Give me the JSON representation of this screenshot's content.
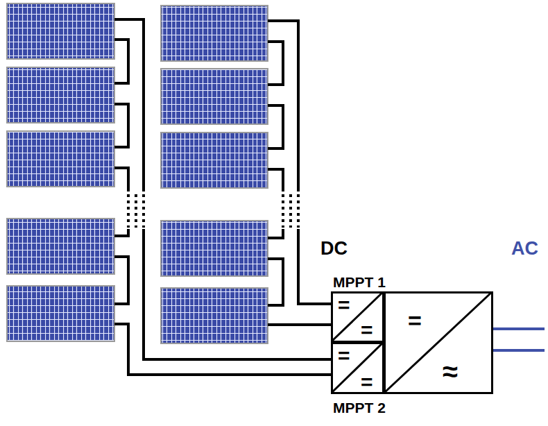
{
  "diagram": {
    "nodes": [
      {
        "text": [
          "MPPT 1",
          "=",
          "="
        ]
      },
      {
        "text": [
          "MPPT 2",
          "=",
          "="
        ]
      },
      {
        "text": [
          "=",
          "≈"
        ]
      }
    ],
    "labels": [
      "DC",
      "AC"
    ]
  }
}
